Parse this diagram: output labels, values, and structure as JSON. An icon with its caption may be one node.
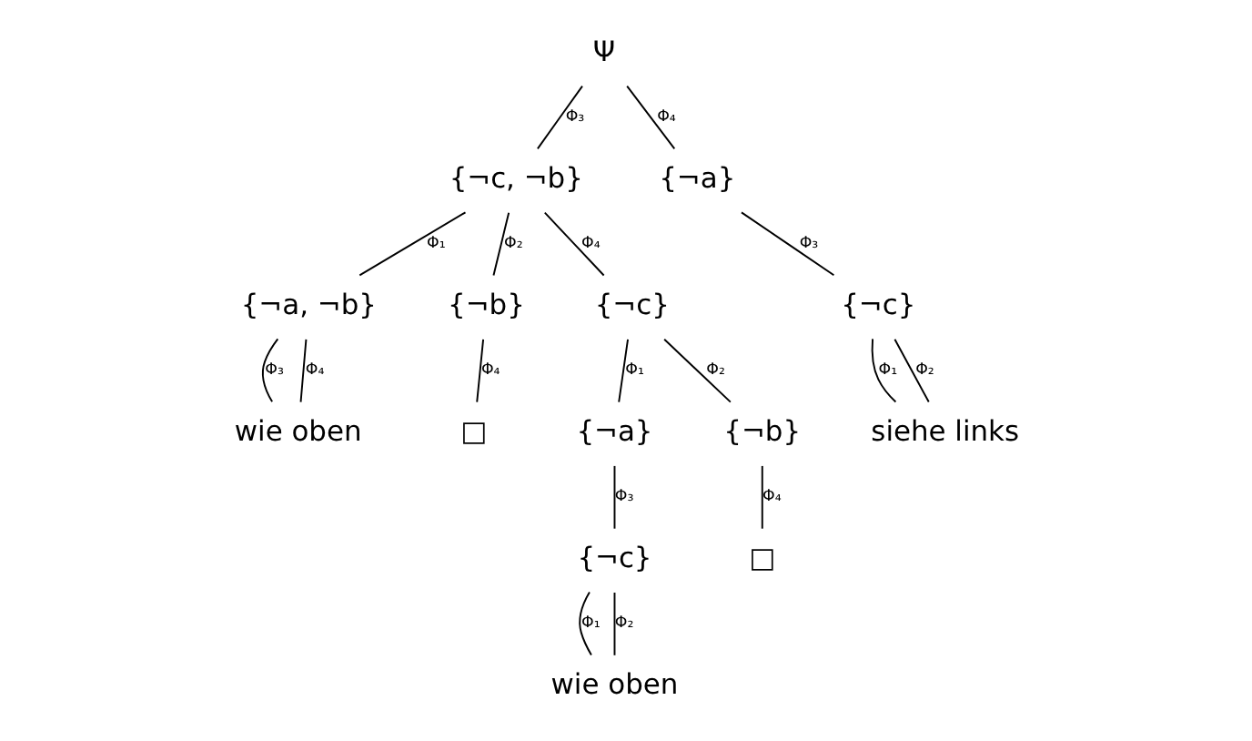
{
  "diagram": {
    "nodes": [
      {
        "text": [
          "Ψ"
        ]
      },
      {
        "text": [
          "{¬c, ¬b}"
        ]
      },
      {
        "text": [
          "{¬a}"
        ]
      },
      {
        "text": [
          "{¬a, ¬b}"
        ]
      },
      {
        "text": [
          "{¬b}"
        ]
      },
      {
        "text": [
          "{¬c}"
        ]
      },
      {
        "text": [
          "{¬c}"
        ]
      },
      {
        "text": [
          "wie oben"
        ]
      },
      {
        "text": [
          "□"
        ]
      },
      {
        "text": [
          "{¬a}"
        ]
      },
      {
        "text": [
          "{¬b}"
        ]
      },
      {
        "text": [
          "siehe links"
        ]
      },
      {
        "text": [
          "{¬c}"
        ]
      },
      {
        "text": [
          "□"
        ]
      },
      {
        "text": [
          "wie oben"
        ]
      }
    ],
    "edges": [
      {
        "from": 0,
        "to": 1,
        "arrow": "none",
        "label": "Φ₃"
      },
      {
        "from": 0,
        "to": 2,
        "arrow": "none",
        "label": "Φ₄"
      },
      {
        "from": 1,
        "to": 3,
        "arrow": "none",
        "label": "Φ₁"
      },
      {
        "from": 1,
        "to": 4,
        "arrow": "none",
        "label": "Φ₂"
      },
      {
        "from": 1,
        "to": 5,
        "arrow": "none",
        "label": "Φ₄"
      },
      {
        "from": 2,
        "to": 6,
        "arrow": "none",
        "label": "Φ₃"
      },
      {
        "from": 3,
        "to": 7,
        "arrow": "none",
        "label": "Φ₃"
      },
      {
        "from": 3,
        "to": 7,
        "arrow": "none",
        "label": "Φ₄"
      },
      {
        "from": 4,
        "to": 8,
        "arrow": "none",
        "label": "Φ₄"
      },
      {
        "from": 5,
        "to": 9,
        "arrow": "none",
        "label": "Φ₁"
      },
      {
        "from": 5,
        "to": 10,
        "arrow": "none",
        "label": "Φ₂"
      },
      {
        "from": 6,
        "to": 11,
        "arrow": "none",
        "label": "Φ₁"
      },
      {
        "from": 6,
        "to": 11,
        "arrow": "none",
        "label": "Φ₂"
      },
      {
        "from": 9,
        "to": 12,
        "arrow": "none",
        "label": "Φ₃"
      },
      {
        "from": 10,
        "to": 13,
        "arrow": "none",
        "label": "Φ₄"
      },
      {
        "from": 12,
        "to": 14,
        "arrow": "none",
        "label": "Φ₁"
      },
      {
        "from": 12,
        "to": 14,
        "arrow": "none",
        "label": "Φ₂"
      }
    ]
  }
}
